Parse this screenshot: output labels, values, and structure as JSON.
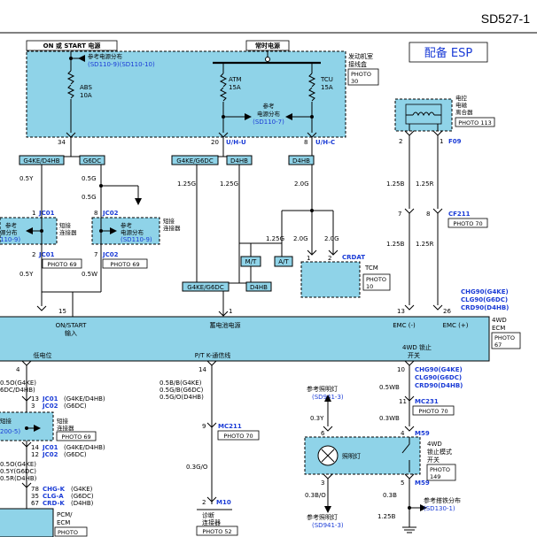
{
  "page": {
    "id": "SD527-1",
    "badge": "配备 ESP"
  },
  "top_labels": {
    "on_start_power": "ON 或 START 电源",
    "constant_power": "常时电源"
  },
  "engine_junction": {
    "name_l1": "发动机室",
    "name_l2": "接线盒",
    "photo": "PHOTO",
    "photo_no": "30"
  },
  "ref_power_top": {
    "l1": "参考电源分布",
    "l2": "(SD110-9)(SD110-10)"
  },
  "ref_power_mid": {
    "l1": "参考",
    "l2": "电源分布",
    "l3": "(SD110-7)"
  },
  "fuses": [
    {
      "name": "ABS",
      "rating": "10A"
    },
    {
      "name": "ATM",
      "rating": "15A"
    },
    {
      "name": "TCU",
      "rating": "15A"
    }
  ],
  "junction_pins": [
    {
      "pin": "34",
      "conn": ""
    },
    {
      "pin": "20",
      "conn": "U/H-U"
    },
    {
      "pin": "8",
      "conn": "U/H-C"
    }
  ],
  "variants": {
    "a": "G4KE/D4HB",
    "b": "G6DC",
    "c": "G4KE/G6DC",
    "d": "D4HB"
  },
  "wires": {
    "w05y": "0.5Y",
    "w05g_1": "0.5G",
    "w05g_2": "0.5G",
    "w125g_1": "1.25G",
    "w125g_2": "1.25G",
    "w20g_1": "2.0G",
    "w125g_3": "1.25G",
    "w20g_2": "2.0G",
    "w20g_3": "2.0G",
    "w05y_b": "0.5Y",
    "w05w": "0.5W",
    "w125b_1": "1.25B",
    "w125r_1": "1.25R",
    "w125b_2": "1.25B",
    "w125r_2": "1.25R"
  },
  "jc01_top": {
    "pin": "1",
    "name": "JC01",
    "pin2": "2",
    "photo": "PHOTO 69",
    "ref_l1": "参考",
    "ref_l2": "源分布",
    "ref_l3": "110-9)"
  },
  "jc02_top": {
    "pin": "8",
    "name": "JC02",
    "pin2": "7",
    "photo": "PHOTO 69",
    "ref_l1": "参考",
    "ref_l2": "电源分布",
    "ref_l3": "(SD110-9)",
    "short_l1": "短接",
    "short_l2": "连接器",
    "short2_l1": "短接",
    "short2_l2": "连接器"
  },
  "tcm": {
    "name": "TCM",
    "pin1": "1",
    "pin2": "2",
    "conn": "CRDAT",
    "photo": "PHOTO",
    "photo_no": "10",
    "mt": "M/T",
    "at": "A/T"
  },
  "relay": {
    "l1": "电控",
    "l2": "电磁",
    "l3": "离合器",
    "photo": "PHOTO 113",
    "pin2": "2",
    "pin1": "1",
    "conn": "F09"
  },
  "cf211": {
    "pin7": "7",
    "pin8": "8",
    "name": "CF211",
    "photo": "PHOTO 70"
  },
  "ecm_conns": {
    "c1": "CHG90(G4KE)",
    "c2": "CLG90(G6DC)",
    "c3": "CRD90(D4HB)"
  },
  "ecm_box": {
    "pins": [
      "15",
      "1",
      "13",
      "26"
    ],
    "on_start_l1": "ON/START",
    "on_start_l2": "输入",
    "battery": "蓄电池电源",
    "emc_minus": "EMC (-)",
    "emc_plus": "EMC (+)",
    "name_l1": "4WD",
    "name_l2": "ECM",
    "photo": "PHOTO",
    "photo_no": "67",
    "low_level": "低电位",
    "ptk": "P/T K-通信线",
    "lock_l1": "4WD 锁止",
    "lock_l2": "开关",
    "bottom_pins": [
      "4",
      "14",
      "10"
    ]
  },
  "lower_left": {
    "w1": "0.5O(G4KE)",
    "w2": "6DC/D4HB)",
    "jc01_pin": "13",
    "jc01": "JC01",
    "jc01_v": "(G4KE/D4HB)",
    "jc02_pin": "3",
    "jc02": "JC02",
    "jc02_v": "(G6DC)",
    "short_l1": "短接",
    "short_l2": "连接器",
    "photo": "PHOTO 69",
    "ref": "200-5)",
    "jc01_pin2": "14",
    "jc01b": "JC01",
    "jc01b_v": "(G4KE/D4HB)",
    "jc02_pin2": "12",
    "jc02b": "JC02",
    "jc02b_v": "(G6DC)",
    "w3": "0.5O(G4KE)",
    "w4": "0.5Y(G6DC)",
    "w5": "0.5R(D4HB)",
    "chg_pin": "78",
    "chg": "CHG-K",
    "chg_v": "(G4KE)",
    "clg_pin": "35",
    "clg": "CLG-A",
    "clg_v": "(G6DC)",
    "crd_pin": "67",
    "crd": "CRD-K",
    "crd_v": "(D4HB)",
    "pcm_l1": "PCM/",
    "pcm_l2": "ECM",
    "pcm_photo": "PHOTO"
  },
  "lower_mid": {
    "w1": "0.5B/B(G4KE)",
    "w2": "0.5G/B(G6DC)",
    "w3": "0.5G/O(D4HB)",
    "mc_pin": "9",
    "mc": "MC211",
    "mc_photo": "PHOTO 70",
    "w4": "0.3G/O",
    "m10_pin": "2",
    "m10": "M10",
    "diag": "诊断",
    "diag2": "连接器",
    "diag_photo": "PHOTO 52"
  },
  "lower_right": {
    "c1": "CHG90(G4KE)",
    "c2": "CLG90(G6DC)",
    "c3": "CRD90(D4HB)",
    "w1": "0.5WB",
    "mc231_pin": "11",
    "mc231": "MC231",
    "mc231_photo": "PHOTO 70",
    "ref_lamp_l1": "参考照明灯",
    "ref_lamp_l2": "(SD941-3)",
    "w2": "0.3Y",
    "w3": "0.3WB",
    "pin6": "6",
    "pin4": "4",
    "m59": "M59",
    "lamp": "照明灯",
    "sw_l1": "4WD",
    "sw_l2": "锁止模式",
    "sw_l3": "开关",
    "sw_photo": "PHOTO",
    "sw_photo_no": "149",
    "pin3": "3",
    "pin5": "5",
    "m59b": "M59",
    "w4": "0.3B/O",
    "w5": "0.3B",
    "w6": "1.25B",
    "ref_lamp2_l1": "参考照明灯",
    "ref_lamp2_l2": "(SD941-3)",
    "ref_gnd_l1": "参考搭铁分布",
    "ref_gnd_l2": "(SD130-1)"
  }
}
